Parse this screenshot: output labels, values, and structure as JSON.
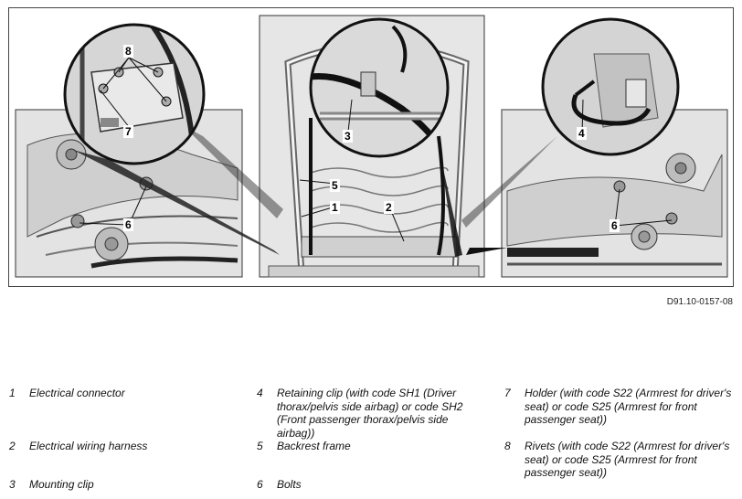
{
  "figure": {
    "id_label": "D91.10-0157-08",
    "callouts": {
      "top_left_a": "8",
      "top_left_b": "7",
      "left_bolt": "6",
      "top_center": "3",
      "center_5": "5",
      "center_1": "1",
      "center_2": "2",
      "top_right": "4",
      "right_bolt": "6"
    }
  },
  "legend": [
    {
      "num": "1",
      "text": "Electrical connector"
    },
    {
      "num": "2",
      "text": "Electrical wiring harness"
    },
    {
      "num": "3",
      "text": "Mounting clip"
    },
    {
      "num": "4",
      "text": "Retaining clip (with code SH1 (Driver thorax/pelvis side airbag) or code SH2 (Front passenger thorax/pelvis side airbag))"
    },
    {
      "num": "5",
      "text": "Backrest frame"
    },
    {
      "num": "6",
      "text": "Bolts"
    },
    {
      "num": "7",
      "text": "Holder (with code S22 (Armrest for driver's seat) or code S25 (Armrest for front passenger seat))"
    },
    {
      "num": "8",
      "text": "Rivets (with code S22 (Armrest for driver's seat) or code S25 (Armrest for front passenger seat))"
    }
  ]
}
